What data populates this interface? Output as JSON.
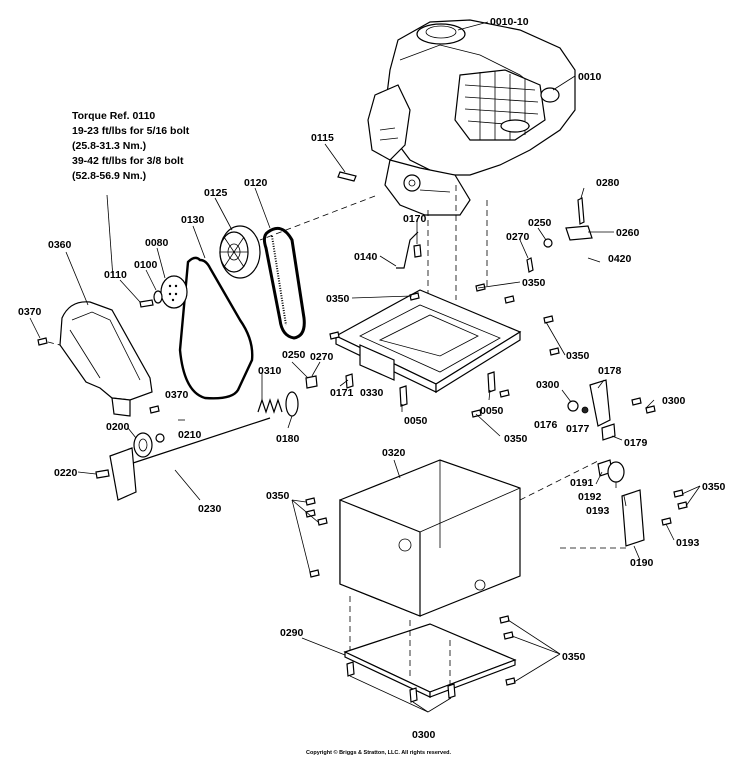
{
  "torque_note": {
    "title": "Torque Ref. 0110",
    "line1": "19-23 ft/lbs for 5/16 bolt",
    "line2": "(25.8-31.3 Nm.)",
    "line3": "39-42 ft/lbs for 3/8 bolt",
    "line4": "(52.8-56.9 Nm.)"
  },
  "labels": {
    "p0010_10": "0010-10",
    "p0010": "0010",
    "p0115": "0115",
    "p0120": "0120",
    "p0125": "0125",
    "p0130": "0130",
    "p0080": "0080",
    "p0100": "0100",
    "p0110": "0110",
    "p0360": "0360",
    "p0370_a": "0370",
    "p0370_b": "0370",
    "p0280": "0280",
    "p0250_a": "0250",
    "p0270_a": "0270",
    "p0260": "0260",
    "p0420": "0420",
    "p0170": "0170",
    "p0140": "0140",
    "p0350_a": "0350",
    "p0350_b": "0350",
    "p0350_c": "0350",
    "p0350_d": "0350",
    "p0350_e": "0350",
    "p0350_f": "0350",
    "p0350_g": "0350",
    "p0250_b": "0250",
    "p0270_b": "0270",
    "p0310": "0310",
    "p0171": "0171",
    "p0330": "0330",
    "p0050_a": "0050",
    "p0050_b": "0050",
    "p0300_a": "0300",
    "p0300_b": "0300",
    "p0300_c": "0300",
    "p0178": "0178",
    "p0176": "0176",
    "p0177": "0177",
    "p0179": "0179",
    "p0180": "0180",
    "p0200": "0200",
    "p0210": "0210",
    "p0220": "0220",
    "p0230": "0230",
    "p0320": "0320",
    "p0191": "0191",
    "p0192": "0192",
    "p0193_a": "0193",
    "p0193_b": "0193",
    "p0190": "0190",
    "p0290": "0290"
  },
  "copyright": "Copyright © Briggs & Stratton, LLC. All rights reserved."
}
